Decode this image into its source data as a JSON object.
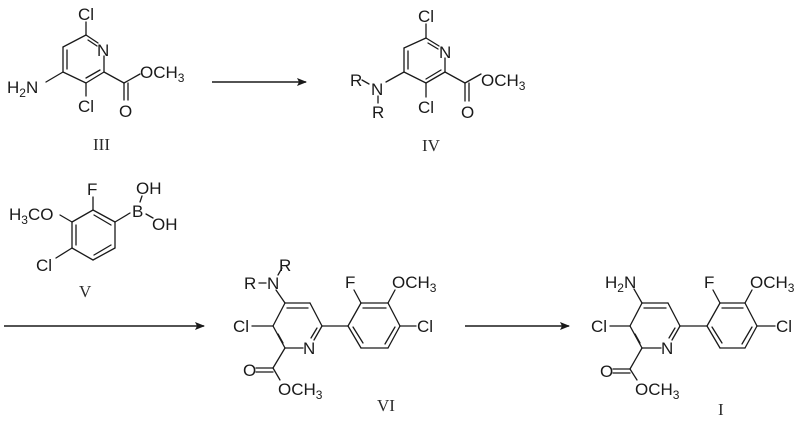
{
  "scheme": {
    "type": "reaction-scheme",
    "compounds": [
      {
        "id": "III",
        "label": "III",
        "description": "methyl 4-amino-3,6-dichloropicolinate",
        "atoms": {
          "cl_top": "Cl",
          "n_ring": "N",
          "amine": "H2N",
          "cl_bottom": "Cl",
          "ester_o": "O",
          "ester_ome": "OCH3"
        }
      },
      {
        "id": "IV",
        "label": "IV",
        "description": "methyl 4-(dialkylamino)-3,6-dichloropicolinate",
        "atoms": {
          "cl_top": "Cl",
          "n_ring": "N",
          "n_amine": "N",
          "r1": "R",
          "r2": "R",
          "cl_bottom": "Cl",
          "ester_o": "O",
          "ester_ome": "OCH3"
        }
      },
      {
        "id": "V",
        "label": "V",
        "description": "4-chloro-2-fluoro-3-methoxyphenylboronic acid",
        "atoms": {
          "f": "F",
          "b": "B",
          "oh1": "OH",
          "oh2": "OH",
          "ome": "H3CO",
          "cl": "Cl"
        }
      },
      {
        "id": "VI",
        "label": "VI",
        "description": "protected biaryl picolinate intermediate",
        "atoms": {
          "n_amine": "N",
          "r1": "R",
          "r2": "R",
          "cl": "Cl",
          "n_ring": "N",
          "ester_o": "O",
          "ester_ome": "OCH3",
          "f": "F",
          "ome": "OCH3",
          "cl_aryl": "Cl"
        }
      },
      {
        "id": "I",
        "label": "I",
        "description": "methyl 4-amino-3-chloro-6-(4-chloro-2-fluoro-3-methoxyphenyl)picolinate",
        "atoms": {
          "amine": "H2N",
          "cl": "Cl",
          "n_ring": "N",
          "ester_o": "O",
          "ester_ome": "OCH3",
          "f": "F",
          "ome": "OCH3",
          "cl_aryl": "Cl"
        }
      }
    ],
    "arrows": [
      {
        "from": "III",
        "to": "IV",
        "label": ""
      },
      {
        "from": "IV+V",
        "to": "VI",
        "label": ""
      },
      {
        "from": "VI",
        "to": "I",
        "label": ""
      }
    ]
  }
}
